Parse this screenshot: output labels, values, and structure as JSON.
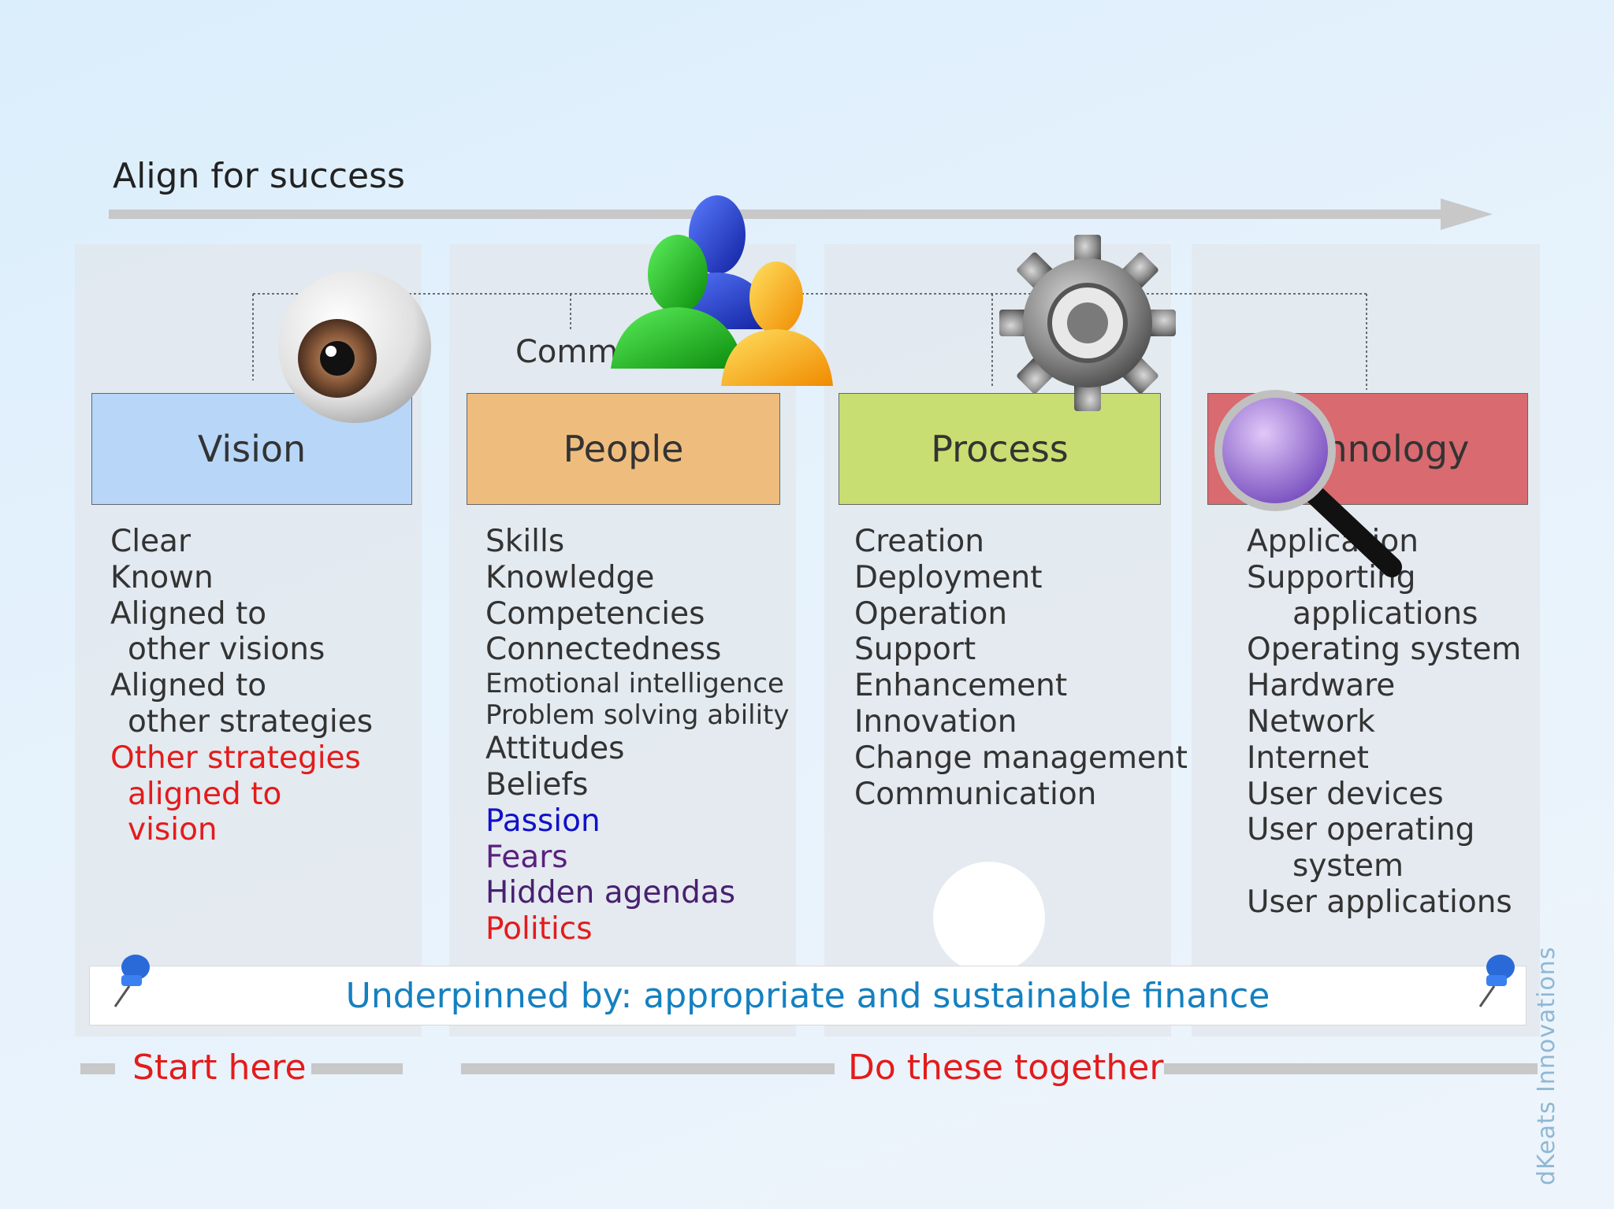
{
  "title": "Align for success",
  "columns": [
    {
      "id": "vision",
      "header": "Vision",
      "header_color": "#b8d6f8",
      "items": [
        {
          "text": "Clear",
          "indent": 0,
          "color": "default"
        },
        {
          "text": "Known",
          "indent": 0,
          "color": "default"
        },
        {
          "text": "Aligned to",
          "indent": 0,
          "color": "default"
        },
        {
          "text": "other visions",
          "indent": 1,
          "color": "default"
        },
        {
          "text": "Aligned to",
          "indent": 0,
          "color": "default"
        },
        {
          "text": "other strategies",
          "indent": 1,
          "color": "default"
        },
        {
          "text": "Other strategies",
          "indent": 0,
          "color": "red"
        },
        {
          "text": "aligned to",
          "indent": 1,
          "color": "red"
        },
        {
          "text": "vision",
          "indent": 1,
          "color": "red"
        }
      ]
    },
    {
      "id": "people",
      "header": "People",
      "header_color": "#eebd7e",
      "items": [
        {
          "text": "Skills",
          "indent": 0,
          "color": "default"
        },
        {
          "text": "Knowledge",
          "indent": 0,
          "color": "default"
        },
        {
          "text": "Competencies",
          "indent": 0,
          "color": "default"
        },
        {
          "text": "Connectedness",
          "indent": 0,
          "color": "default"
        },
        {
          "text": "Emotional intelligence",
          "indent": 0,
          "color": "default",
          "small": true
        },
        {
          "text": "Problem solving ability",
          "indent": 0,
          "color": "default",
          "small": true
        },
        {
          "text": "Attitudes",
          "indent": 0,
          "color": "default"
        },
        {
          "text": "Beliefs",
          "indent": 0,
          "color": "default"
        },
        {
          "text": "Passion",
          "indent": 0,
          "color": "blue"
        },
        {
          "text": "Fears",
          "indent": 0,
          "color": "purple"
        },
        {
          "text": "Hidden agendas",
          "indent": 0,
          "color": "dpurple"
        },
        {
          "text": "Politics",
          "indent": 0,
          "color": "red"
        }
      ]
    },
    {
      "id": "process",
      "header": "Process",
      "header_color": "#c8de72",
      "items": [
        {
          "text": "Creation",
          "indent": 0,
          "color": "default"
        },
        {
          "text": "Deployment",
          "indent": 0,
          "color": "default"
        },
        {
          "text": "Operation",
          "indent": 0,
          "color": "default"
        },
        {
          "text": "Support",
          "indent": 0,
          "color": "default"
        },
        {
          "text": "Enhancement",
          "indent": 0,
          "color": "default"
        },
        {
          "text": "Innovation",
          "indent": 0,
          "color": "default"
        },
        {
          "text": "Change management",
          "indent": 0,
          "color": "default"
        },
        {
          "text": "Communication",
          "indent": 0,
          "color": "default"
        }
      ]
    },
    {
      "id": "technology",
      "header": "Technology",
      "header_color": "#d86a70",
      "items": [
        {
          "text": "Application",
          "indent": 0,
          "color": "default"
        },
        {
          "text": "Supporting",
          "indent": 0,
          "color": "default"
        },
        {
          "text": "applications",
          "indent": 2,
          "color": "default"
        },
        {
          "text": "Operating system",
          "indent": 0,
          "color": "default"
        },
        {
          "text": "Hardware",
          "indent": 0,
          "color": "default"
        },
        {
          "text": "Network",
          "indent": 0,
          "color": "default"
        },
        {
          "text": "Internet",
          "indent": 0,
          "color": "default"
        },
        {
          "text": "User devices",
          "indent": 0,
          "color": "default"
        },
        {
          "text": "User operating",
          "indent": 0,
          "color": "default"
        },
        {
          "text": "system",
          "indent": 2,
          "color": "default"
        },
        {
          "text": "User applications",
          "indent": 0,
          "color": "default"
        }
      ]
    }
  ],
  "comm_label": "Comm",
  "finance": "Underpinned by: appropriate and sustainable finance",
  "start_here": "Start here",
  "do_together": "Do these together",
  "watermark": "dKeats Innovations",
  "icons": [
    "eye-icon",
    "people-group-icon",
    "gear-icon",
    "magnifier-icon",
    "pushpin-icon"
  ]
}
